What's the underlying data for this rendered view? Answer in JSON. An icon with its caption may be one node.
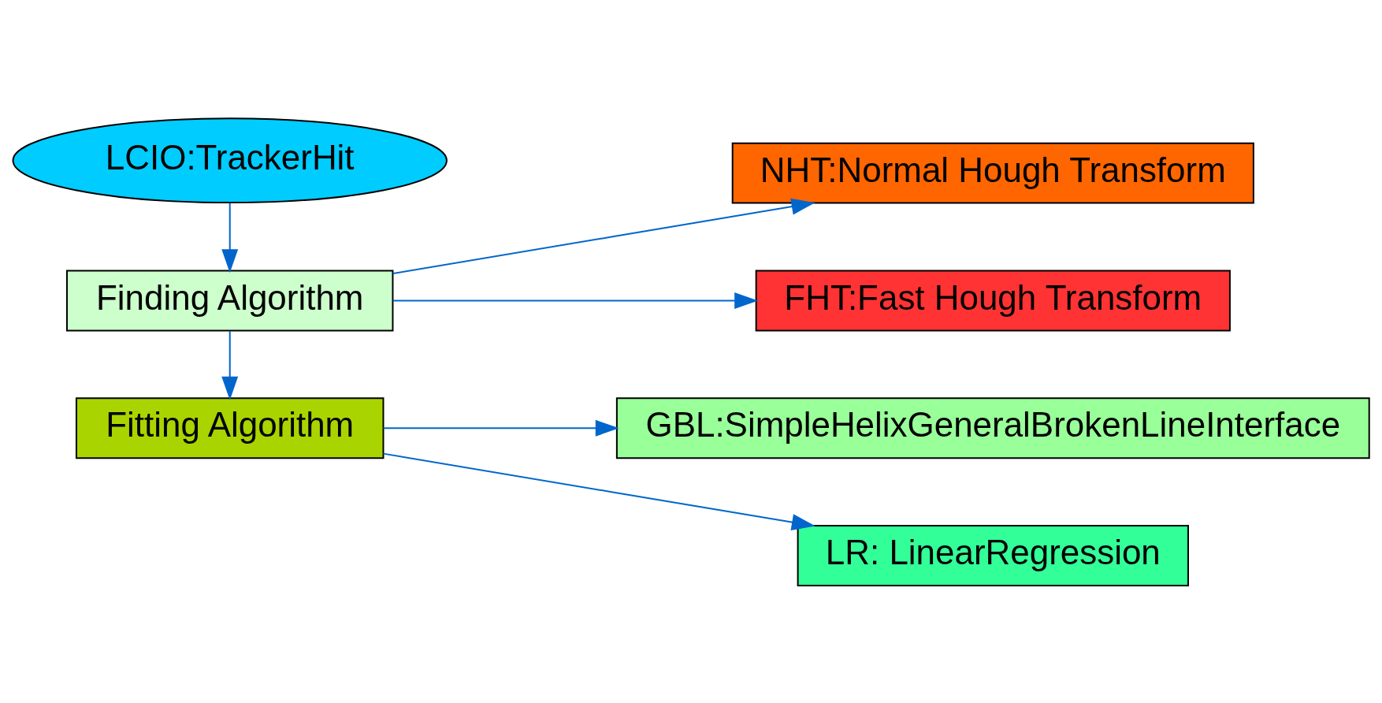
{
  "diagram": {
    "nodes": [
      {
        "text": [
          "LCIO:TrackerHit"
        ]
      },
      {
        "text": [
          "Finding Algorithm"
        ]
      },
      {
        "text": [
          "NHT:Normal Hough Transform"
        ]
      },
      {
        "text": [
          "FHT:Fast Hough Transform"
        ]
      },
      {
        "text": [
          "Fitting Algorithm"
        ]
      },
      {
        "text": [
          "GBL:SimpleHelixGeneralBrokenLineInterface"
        ]
      },
      {
        "text": [
          "LR: LinearRegression"
        ]
      }
    ],
    "edges": [
      {
        "from": 0,
        "to": 1,
        "arrow": "to"
      },
      {
        "from": 1,
        "to": 2,
        "arrow": "to"
      },
      {
        "from": 1,
        "to": 3,
        "arrow": "to"
      },
      {
        "from": 1,
        "to": 4,
        "arrow": "to"
      },
      {
        "from": 4,
        "to": 5,
        "arrow": "to"
      },
      {
        "from": 4,
        "to": 6,
        "arrow": "to"
      }
    ]
  }
}
